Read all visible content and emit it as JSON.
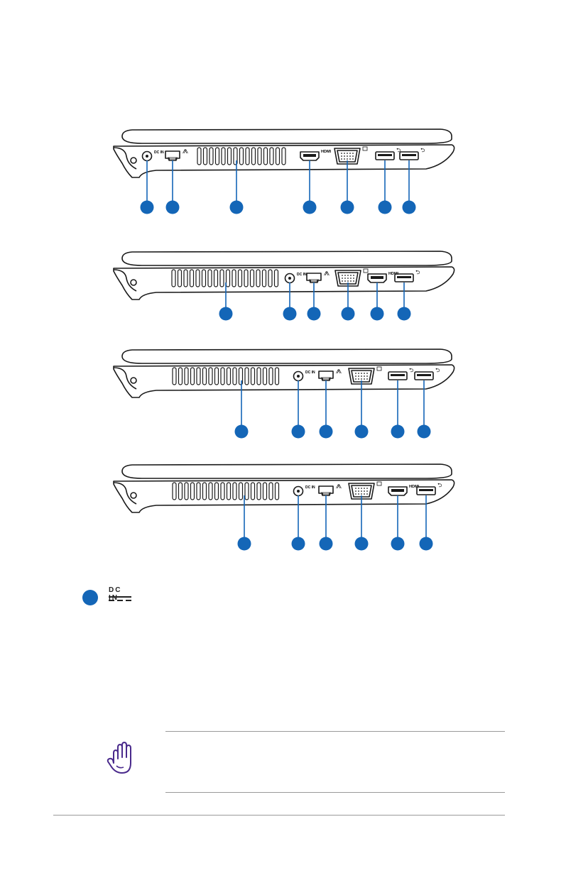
{
  "colors": {
    "callout": "#1466b7",
    "outline": "#1a1a1a",
    "rule": "#9a9a9a",
    "note_icon": "#4a2a8c"
  },
  "port_labels": {
    "dcin": "DC IN",
    "hdmi": "HDMI"
  },
  "icons": [
    "dc-in-icon",
    "lan-icon",
    "vga-icon",
    "usb-icon",
    "caution-hand-icon"
  ],
  "diagrams": [
    {
      "name": "left-side-view-1",
      "ports": [
        "dc-in-jack",
        "lan-port",
        "air-vents",
        "hdmi-port",
        "display-output",
        "usb-port",
        "usb-port"
      ]
    },
    {
      "name": "left-side-view-2",
      "ports": [
        "air-vents",
        "dc-in-jack",
        "lan-port",
        "display-output",
        "hdmi-port",
        "usb-port"
      ]
    },
    {
      "name": "left-side-view-3",
      "ports": [
        "air-vents",
        "dc-in-jack",
        "lan-port",
        "display-output",
        "usb-port",
        "usb-port"
      ]
    },
    {
      "name": "left-side-view-4",
      "ports": [
        "air-vents",
        "dc-in-jack",
        "lan-port",
        "display-output",
        "hdmi-port",
        "usb-port"
      ]
    }
  ]
}
